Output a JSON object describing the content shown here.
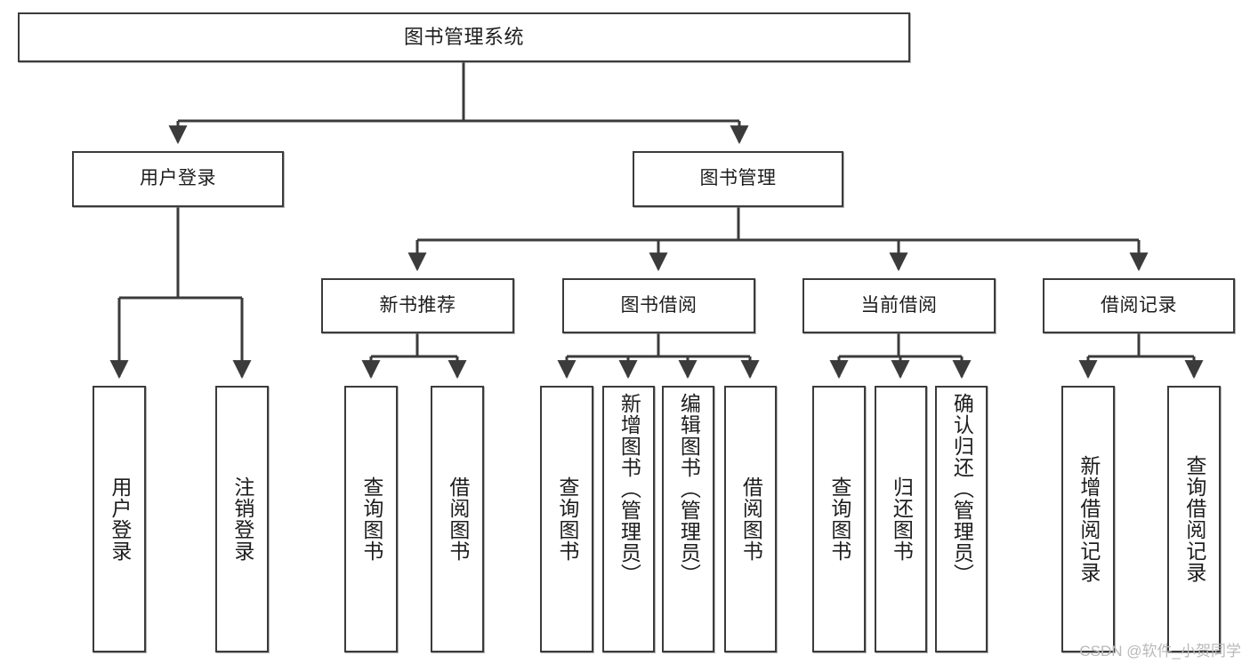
{
  "diagram": {
    "title": "图书管理系统",
    "type": "tree-hierarchy",
    "watermark": "CSDN @软件_小贺同学",
    "nodes": {
      "root": {
        "label": "图书管理系统"
      },
      "level2": [
        {
          "id": "user-login",
          "label": "用户登录"
        },
        {
          "id": "book-manage",
          "label": "图书管理"
        }
      ],
      "level3": [
        {
          "id": "new-book-recommend",
          "label": "新书推荐"
        },
        {
          "id": "book-borrow",
          "label": "图书借阅"
        },
        {
          "id": "current-borrow",
          "label": "当前借阅"
        },
        {
          "id": "borrow-record",
          "label": "借阅记录"
        }
      ],
      "leaves": {
        "user-login": [
          {
            "id": "user-login-leaf",
            "label": "用户登录",
            "align": "mid"
          },
          {
            "id": "user-logout-leaf",
            "label": "注销登录",
            "align": "mid"
          }
        ],
        "new-book-recommend": [
          {
            "id": "query-book-1",
            "label": "查询图书",
            "align": "mid"
          },
          {
            "id": "borrow-book-1",
            "label": "借阅图书",
            "align": "mid"
          }
        ],
        "book-borrow": [
          {
            "id": "query-book-2",
            "label": "查询图书",
            "align": "mid"
          },
          {
            "id": "add-book-admin",
            "label": "新增图书（管理员）",
            "align": "top"
          },
          {
            "id": "edit-book-admin",
            "label": "编辑图书（管理员）",
            "align": "top"
          },
          {
            "id": "borrow-book-2",
            "label": "借阅图书",
            "align": "mid"
          }
        ],
        "current-borrow": [
          {
            "id": "query-book-3",
            "label": "查询图书",
            "align": "mid"
          },
          {
            "id": "return-book",
            "label": "归还图书",
            "align": "mid"
          },
          {
            "id": "confirm-return-admin",
            "label": "确认归还（管理员）",
            "align": "top"
          }
        ],
        "borrow-record": [
          {
            "id": "add-borrow-record",
            "label": "新增借阅记录",
            "align": "mid"
          },
          {
            "id": "query-borrow-record",
            "label": "查询借阅记录",
            "align": "mid"
          }
        ]
      }
    },
    "colors": {
      "stroke": "#3b3b3b",
      "fill": "#ffffff",
      "text": "#1d1d1d",
      "watermark": "#b9b9b9"
    }
  }
}
